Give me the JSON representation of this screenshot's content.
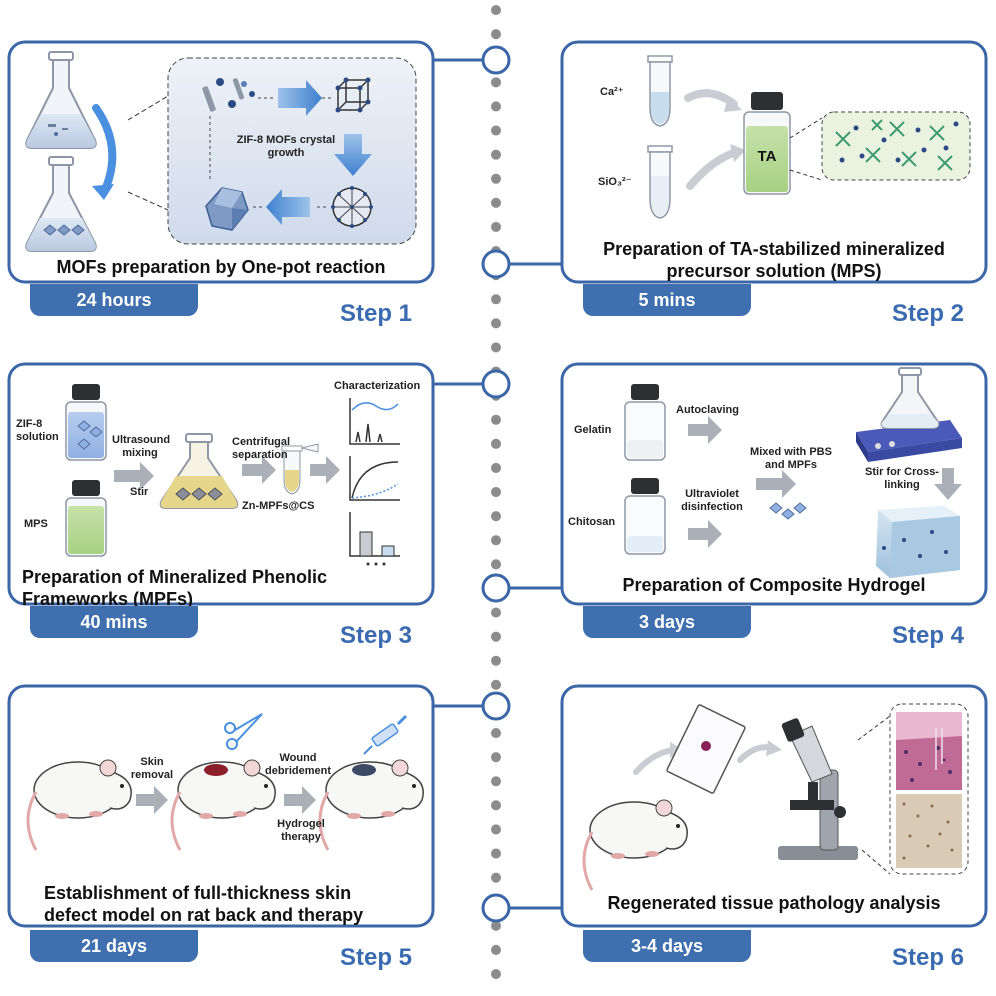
{
  "colors": {
    "accent": "#3f6fae",
    "border": "#3b66a8",
    "text": "#111111"
  },
  "steps": [
    {
      "title": "MOFs preparation by One-pot reaction",
      "duration": "24 hours",
      "label": "Step 1",
      "labels": {
        "crystal": "ZIF-8 MOFs crystal growth"
      }
    },
    {
      "title": "Preparation of TA-stabilized mineralized precursor solution (MPS)",
      "duration": "5 mins",
      "label": "Step 2",
      "labels": {
        "ca": "Ca²⁺",
        "sio": "SiO₃²⁻",
        "ta": "TA"
      }
    },
    {
      "title": "Preparation of Mineralized Phenolic Frameworks (MPFs)",
      "duration": "40 mins",
      "label": "Step 3",
      "labels": {
        "zif": "ZIF-8 solution",
        "mps": "MPS",
        "ultra": "Ultrasound mixing",
        "stir": "Stir",
        "centri": "Centrifugal separation",
        "zn": "Zn-MPFs@CS",
        "char": "Characterization"
      }
    },
    {
      "title": "Preparation of Composite Hydrogel",
      "duration": "3 days",
      "label": "Step 4",
      "labels": {
        "gelatin": "Gelatin",
        "chitosan": "Chitosan",
        "auto": "Autoclaving",
        "uv": "Ultraviolet disinfection",
        "mixed": "Mixed with PBS and MPFs",
        "stirx": "Stir for Cross-linking"
      }
    },
    {
      "title": "Establishment of full-thickness skin defect model on rat back and therapy",
      "duration": "21 days",
      "label": "Step 5",
      "labels": {
        "skin": "Skin removal",
        "wound": "Wound debridement",
        "hydro": "Hydrogel therapy"
      }
    },
    {
      "title": "Regenerated tissue pathology analysis",
      "duration": "3-4 days",
      "label": "Step 6",
      "labels": {}
    }
  ]
}
